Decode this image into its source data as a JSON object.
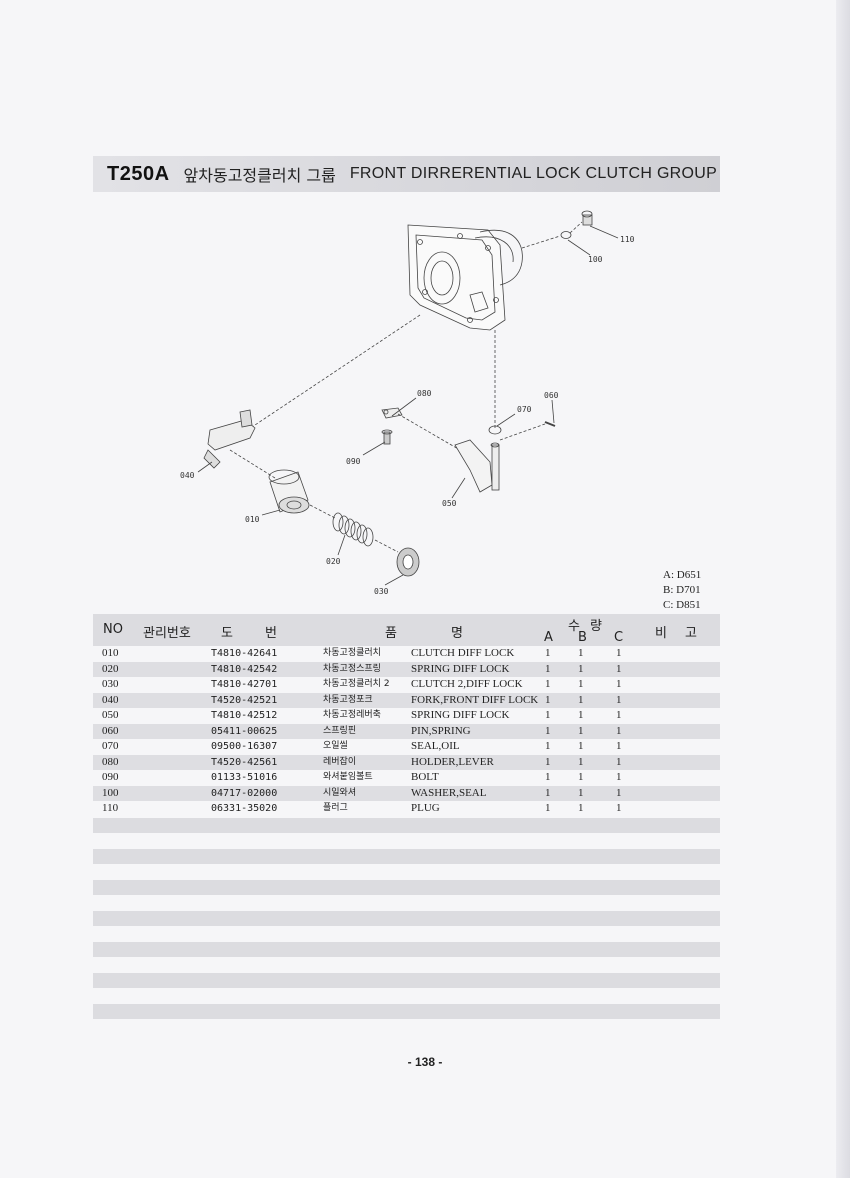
{
  "header": {
    "code": "T250A",
    "title_ko": "앞차동고정클러치 그룹",
    "title_en": "FRONT DIRRERENTIAL LOCK CLUTCH GROUP"
  },
  "diagram": {
    "callouts": [
      "110",
      "100",
      "080",
      "070",
      "060",
      "040",
      "090",
      "050",
      "010",
      "020",
      "030"
    ]
  },
  "legend": [
    "A: D651",
    "B: D701",
    "C: D851"
  ],
  "table": {
    "headers": {
      "no": "NO",
      "mgmt": "관리번호",
      "drawing_1": "도",
      "drawing_2": "번",
      "name_1": "품",
      "name_2": "명",
      "qty_1": "수",
      "qty_2": "량",
      "a": "A",
      "b": "B",
      "c": "C",
      "remark_1": "비",
      "remark_2": "고"
    },
    "rows": [
      {
        "no": "010",
        "drawing": "T4810-42641",
        "name_ko": "차동고정클러치",
        "name_en": "CLUTCH DIFF LOCK",
        "a": "1",
        "b": "1",
        "c": "1"
      },
      {
        "no": "020",
        "drawing": "T4810-42542",
        "name_ko": "차동고정스프링",
        "name_en": "SPRING DIFF LOCK",
        "a": "1",
        "b": "1",
        "c": "1"
      },
      {
        "no": "030",
        "drawing": "T4810-42701",
        "name_ko": "차동고정클러치 2",
        "name_en": "CLUTCH 2,DIFF LOCK",
        "a": "1",
        "b": "1",
        "c": "1"
      },
      {
        "no": "040",
        "drawing": "T4520-42521",
        "name_ko": "차동고정포크",
        "name_en": "FORK,FRONT DIFF LOCK",
        "a": "1",
        "b": "1",
        "c": "1"
      },
      {
        "no": "050",
        "drawing": "T4810-42512",
        "name_ko": "차동고정레버축",
        "name_en": "SPRING DIFF LOCK",
        "a": "1",
        "b": "1",
        "c": "1"
      },
      {
        "no": "060",
        "drawing": "05411-00625",
        "name_ko": "스프링핀",
        "name_en": "PIN,SPRING",
        "a": "1",
        "b": "1",
        "c": "1"
      },
      {
        "no": "070",
        "drawing": "09500-16307",
        "name_ko": "오일씰",
        "name_en": "SEAL,OIL",
        "a": "1",
        "b": "1",
        "c": "1"
      },
      {
        "no": "080",
        "drawing": "T4520-42561",
        "name_ko": "레버잡이",
        "name_en": "HOLDER,LEVER",
        "a": "1",
        "b": "1",
        "c": "1"
      },
      {
        "no": "090",
        "drawing": "01133-51016",
        "name_ko": "와셔붙임볼트",
        "name_en": "BOLT",
        "a": "1",
        "b": "1",
        "c": "1"
      },
      {
        "no": "100",
        "drawing": "04717-02000",
        "name_ko": "시일와셔",
        "name_en": "WASHER,SEAL",
        "a": "1",
        "b": "1",
        "c": "1"
      },
      {
        "no": "110",
        "drawing": "06331-35020",
        "name_ko": "플러그",
        "name_en": "PLUG",
        "a": "1",
        "b": "1",
        "c": "1"
      }
    ]
  },
  "footer": {
    "page_number": "- 138 -"
  }
}
